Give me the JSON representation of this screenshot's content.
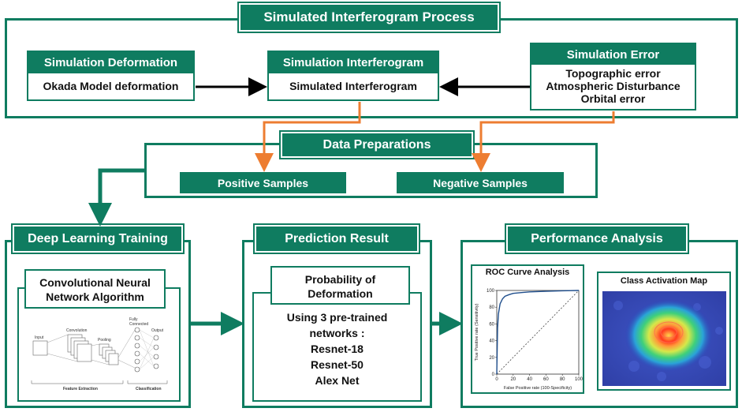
{
  "top": {
    "title": "Simulated Interferogram Process",
    "deformation": {
      "title": "Simulation Deformation",
      "body": "Okada Model deformation"
    },
    "interferogram": {
      "title": "Simulation Interferogram",
      "body": "Simulated Interferogram"
    },
    "error": {
      "title": "Simulation Error",
      "lines": [
        "Topographic error",
        "Atmospheric Disturbance",
        "Orbital error"
      ]
    }
  },
  "prep": {
    "title": "Data Preparations",
    "positive": "Positive Samples",
    "negative": "Negative Samples"
  },
  "training": {
    "title": "Deep Learning Training",
    "algo_lines": [
      "Convolutional Neural",
      "Network Algorithm"
    ],
    "cnn_labels": {
      "input": "Input",
      "convolution": "Convolution",
      "pooling": "Pooling",
      "fully_connected": [
        "Fully",
        "Connected"
      ],
      "output": "Output",
      "feature_extraction": "Feature Extraction",
      "classification": "Classification"
    }
  },
  "prediction": {
    "title": "Prediction Result",
    "prob_lines": [
      "Probability of",
      "Deformation"
    ],
    "body_lines": [
      "Using 3 pre-trained",
      "networks :",
      "Resnet-18",
      "Resnet-50",
      "Alex Net"
    ]
  },
  "performance": {
    "title": "Performance Analysis",
    "roc_title": "ROC Curve Analysis",
    "cam_title": "Class Activation Map"
  },
  "chart_data": {
    "type": "line",
    "title": "",
    "xlabel": "False Positive rate (100-Specificity)",
    "ylabel": "True Positive rate (Sensitivity)",
    "xlim": [
      0,
      100
    ],
    "ylim": [
      0,
      100
    ],
    "xticks": [
      "0",
      "20",
      "40",
      "60",
      "80",
      "100"
    ],
    "yticks": [
      "0",
      "20",
      "40",
      "60",
      "80",
      "100"
    ],
    "series": [
      {
        "x": [
          0,
          1,
          2,
          4,
          7,
          10,
          15,
          20,
          30,
          40,
          60,
          80,
          100
        ],
        "y": [
          0,
          55,
          72,
          84,
          90,
          93,
          95,
          96.5,
          97.5,
          98.3,
          99,
          99.6,
          100
        ]
      },
      {
        "x": [
          0,
          100
        ],
        "y": [
          0,
          100
        ],
        "style": "dashed"
      }
    ]
  },
  "colors": {
    "accent": "#0f7c60",
    "arrow_orange": "#ed7d31"
  }
}
